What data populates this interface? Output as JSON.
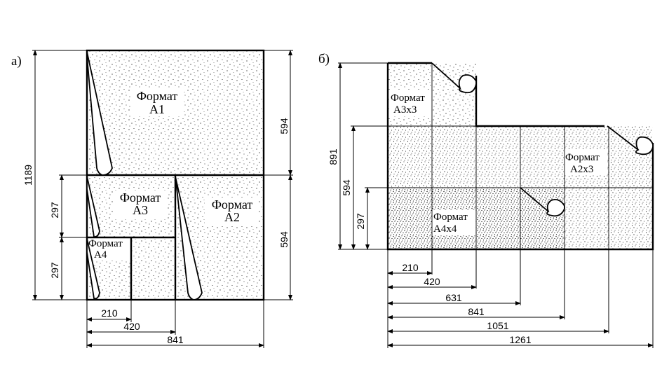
{
  "panel_a": {
    "label": "а)",
    "a1": {
      "word": "Формат",
      "code": "А1"
    },
    "a2": {
      "word": "Формат",
      "code": "А2"
    },
    "a3": {
      "word": "Формат",
      "code": "А3"
    },
    "a4": {
      "word": "Формат",
      "code": "А4"
    },
    "dims": {
      "d1189": "1189",
      "d594_top": "594",
      "d594_bottom": "594",
      "d297_top": "297",
      "d297_bottom": "297",
      "d210": "210",
      "d420": "420",
      "d841": "841"
    }
  },
  "panel_b": {
    "label": "б)",
    "a3x3": {
      "word": "Формат",
      "code": "А3х3"
    },
    "a2x3": {
      "word": "Формат",
      "code": "А2х3"
    },
    "a4x4": {
      "word": "Формат",
      "code": "А4х4"
    },
    "dims": {
      "d891": "891",
      "d594": "594",
      "d297": "297",
      "d210": "210",
      "d420": "420",
      "d631": "631",
      "d841": "841",
      "d1051": "1051",
      "d1261": "1261"
    }
  }
}
